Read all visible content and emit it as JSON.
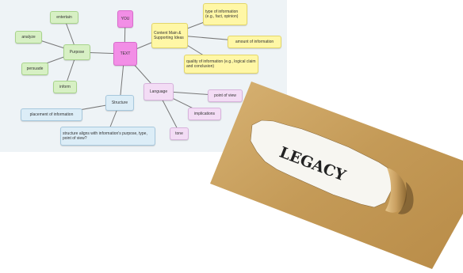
{
  "mindmap": {
    "center": "TEXT",
    "you": "YOU",
    "purpose": "Purpose",
    "entertain": "entertain",
    "analyze": "analyze",
    "persuade": "persuade",
    "inform": "inform",
    "content": "Content Main & Supporting Ideas",
    "type_info": "type of information (e.g., fact, opinion)",
    "amount_info": "amount of information",
    "quality_info": "quality of information (e.g., logical claim and conclusion)",
    "language": "Language",
    "point_of_view": "point of view",
    "implications": "implications",
    "tone": "tone",
    "structure": "Structure",
    "placement": "placement of information",
    "structure_aligns": "structure aligns with information's purpose, type, point of view?"
  },
  "photo": {
    "word": "LEGACY"
  },
  "colors": {
    "paper": "#c79f5c",
    "pink": "#f28ee6",
    "green": "#d7f0c4",
    "yellow": "#fff7a6"
  }
}
